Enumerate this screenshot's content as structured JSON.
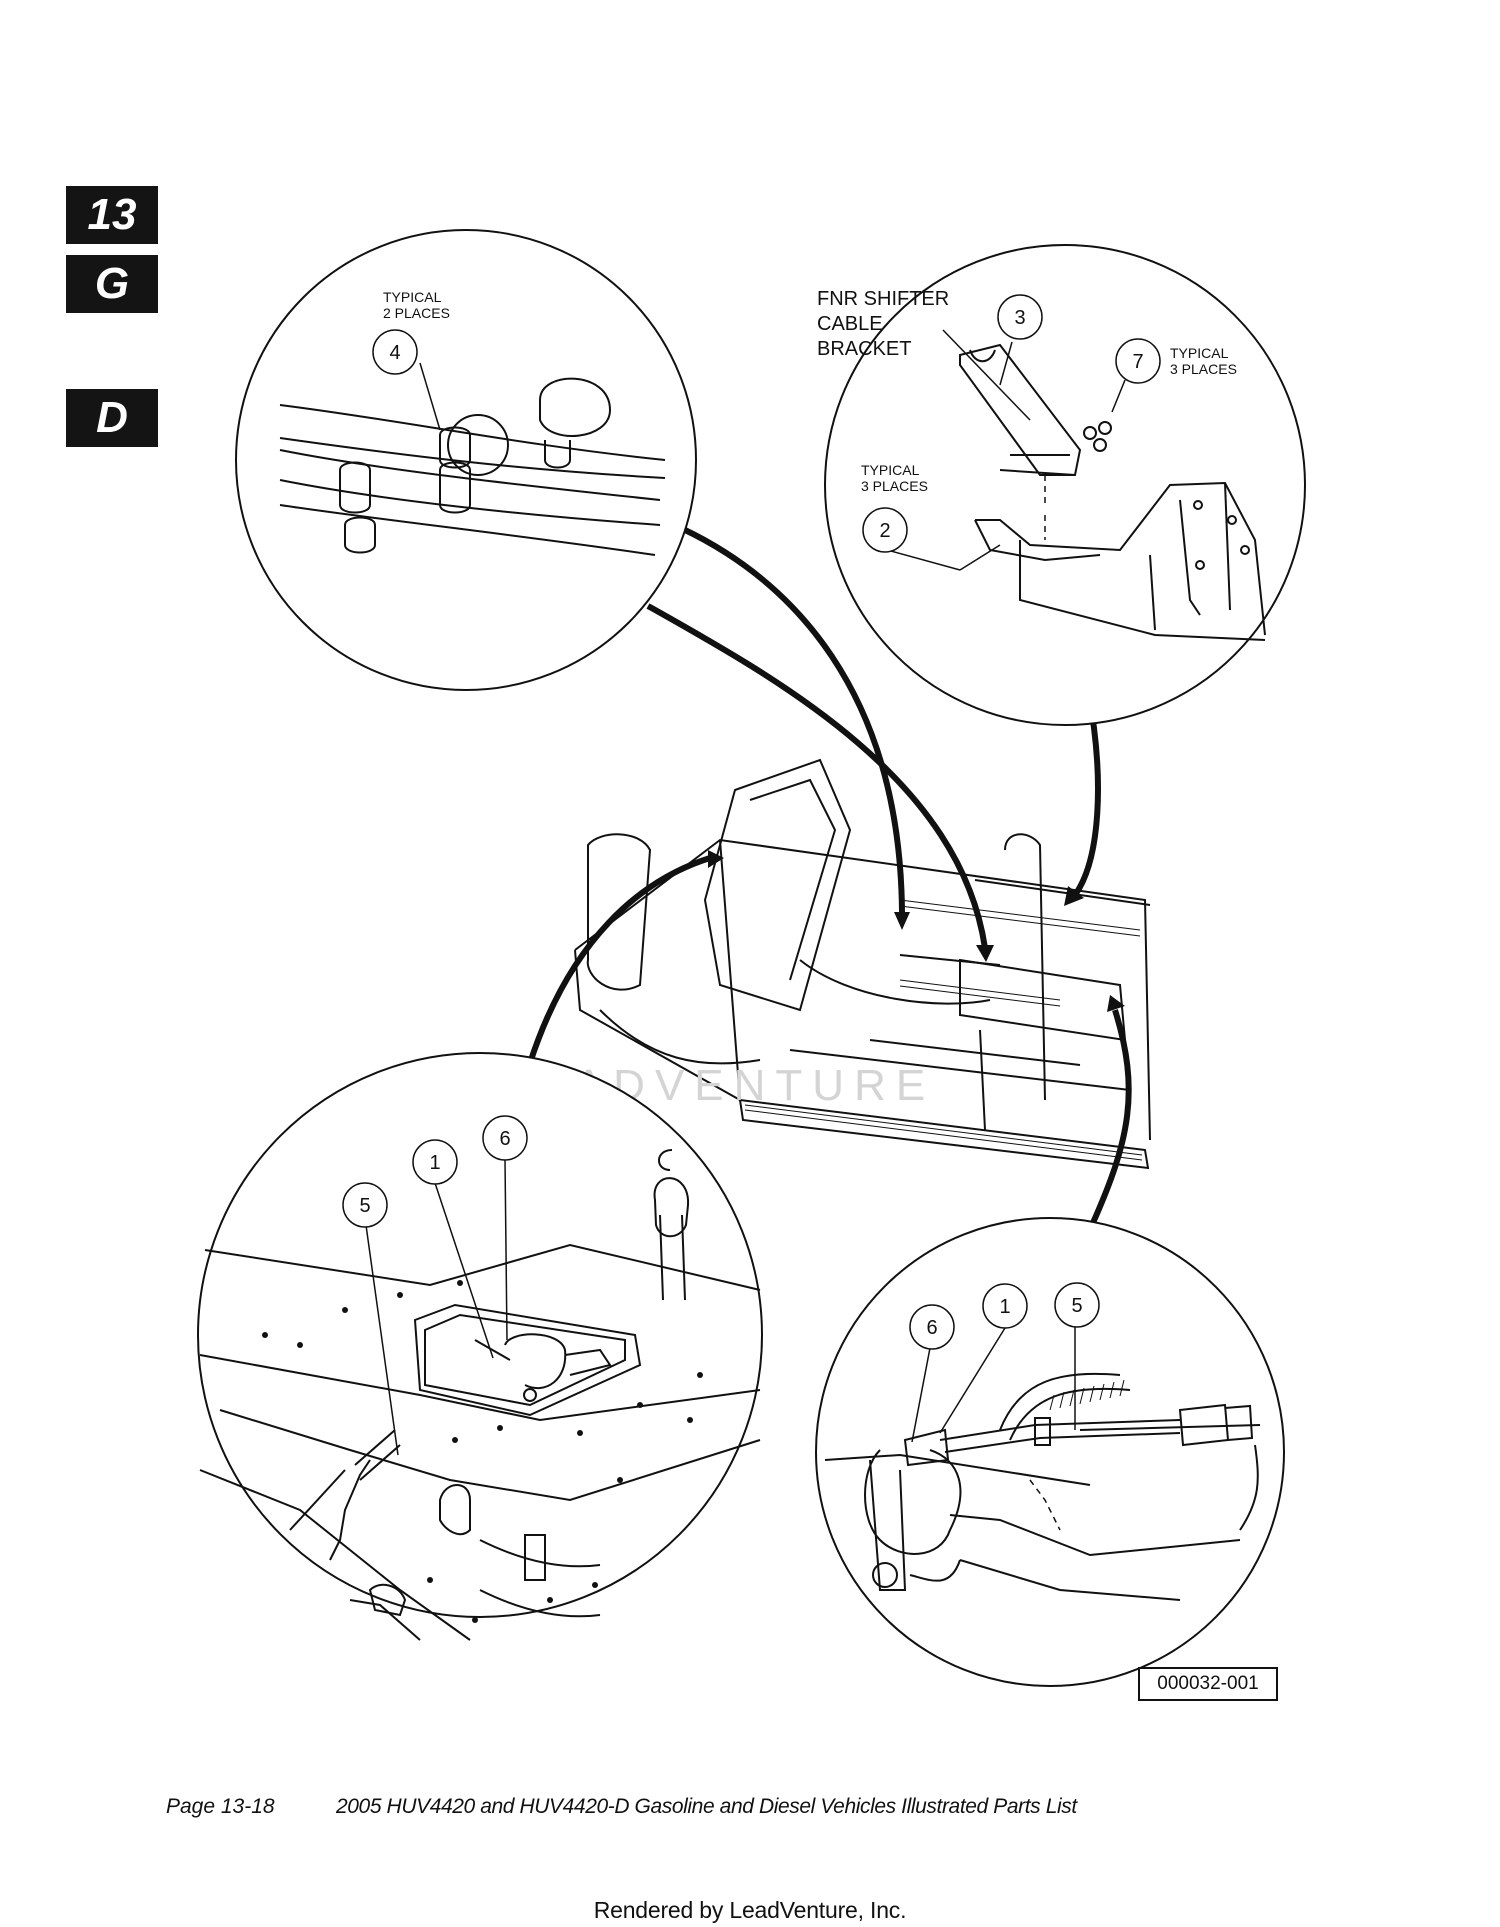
{
  "side_tabs": [
    "13",
    "G",
    "D"
  ],
  "detail_top_left": {
    "note": "TYPICAL\n2 PLACES",
    "callouts": [
      "4"
    ]
  },
  "detail_top_right": {
    "title_lines": [
      "FNR SHIFTER",
      "CABLE",
      "BRACKET"
    ],
    "note_a": "TYPICAL\n3 PLACES",
    "note_b": "TYPICAL\n3 PLACES",
    "callouts": [
      "3",
      "7",
      "2"
    ]
  },
  "detail_bottom_left": {
    "callouts": [
      "5",
      "1",
      "6"
    ]
  },
  "detail_bottom_right": {
    "callouts": [
      "6",
      "1",
      "5"
    ]
  },
  "watermark": "LEADVENTURE",
  "figure_number": "000032-001",
  "footer": {
    "page": "Page 13-18",
    "title": "2005 HUV4420 and HUV4420-D Gasoline and Diesel Vehicles Illustrated Parts List"
  },
  "rendered_by": "Rendered by LeadVenture, Inc."
}
